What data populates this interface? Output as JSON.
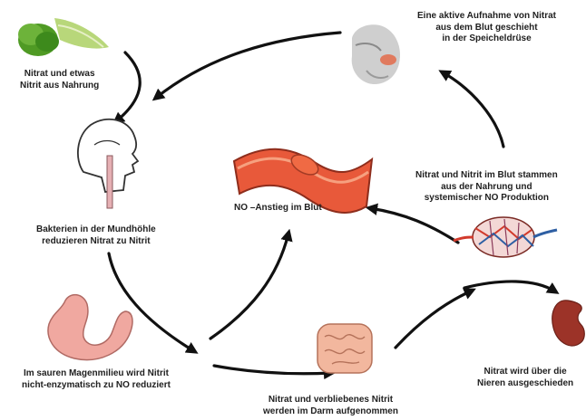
{
  "labels": {
    "food": [
      "Nitrat und etwas",
      "Nitrit aus Nahrung"
    ],
    "saliva": [
      "Eine aktive Aufnahme von Nitrat",
      "aus dem Blut geschieht",
      "in der Speicheldrüse"
    ],
    "mouth": [
      "Bakterien in der Mundhöhle",
      "reduzieren Nitrat zu Nitrit"
    ],
    "no_rise": [
      "NO –Anstieg im Blut"
    ],
    "blood": [
      "Nitrat und Nitrit im Blut stammen",
      "aus der Nahrung und",
      "systemischer NO Produktion"
    ],
    "stomach": [
      "Im sauren Magenmilieu wird Nitrit",
      "nicht-enzymatisch zu NO reduziert"
    ],
    "gut": [
      "Nitrat und verbliebenes Nitrit",
      "werden im Darm aufgenommen"
    ],
    "kidney": [
      "Nitrat wird über die",
      "Nieren ausgeschieden"
    ]
  },
  "colors": {
    "arrow": "#111111",
    "vessel": "#e8593a",
    "vessel_dark": "#8e2d1c",
    "lettuce": "#5aa02c",
    "stomach": "#f0a8a0",
    "intestine": "#f2b79e",
    "kidney": "#9c3328",
    "capillary_red": "#d23a2c",
    "capillary_blue": "#2e5fa3"
  },
  "icons": [
    "lettuce-icon",
    "salivary-gland-icon",
    "head-profile-icon",
    "blood-vessel-icon",
    "capillary-network-icon",
    "stomach-icon",
    "intestine-icon",
    "kidney-icon"
  ]
}
